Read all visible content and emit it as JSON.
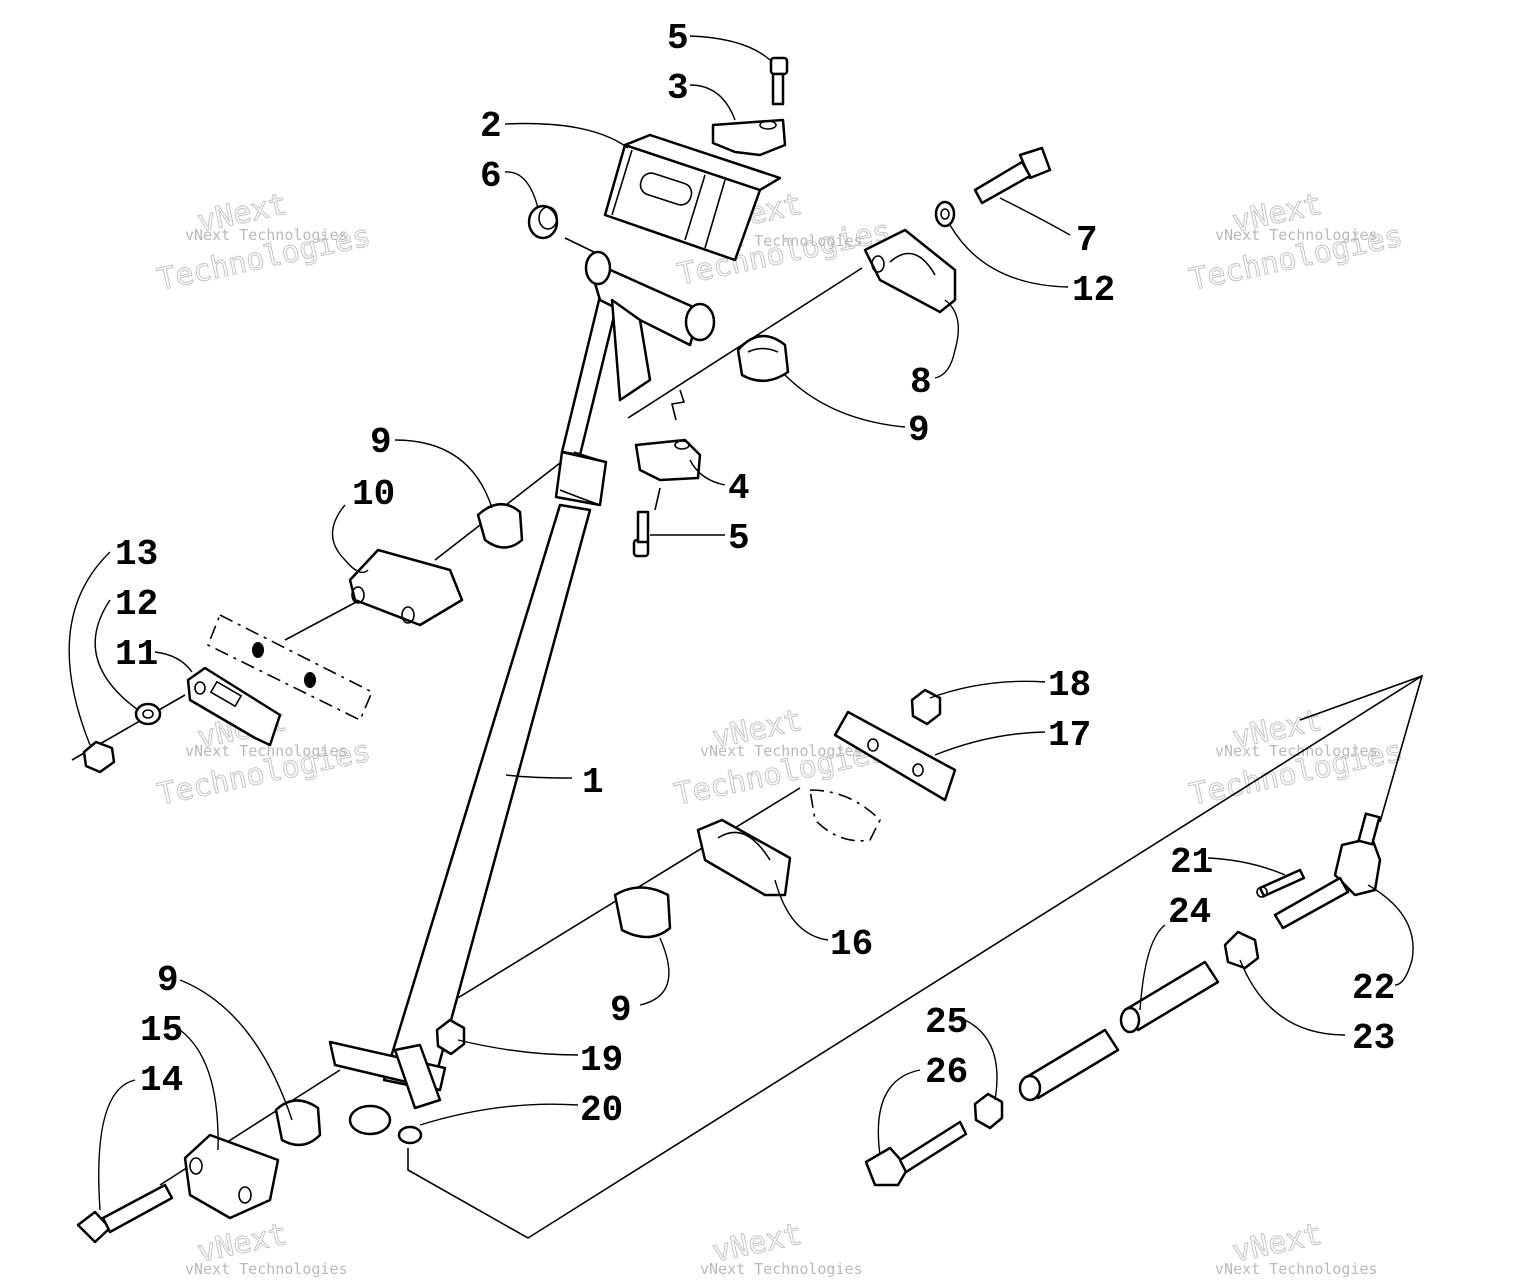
{
  "callouts": {
    "c1": "1",
    "c2": "2",
    "c3": "3",
    "c4": "4",
    "c5a": "5",
    "c5b": "5",
    "c6": "6",
    "c7": "7",
    "c8": "8",
    "c9a": "9",
    "c9b": "9",
    "c9c": "9",
    "c9d": "9",
    "c10": "10",
    "c11": "11",
    "c12a": "12",
    "c12b": "12",
    "c13": "13",
    "c14": "14",
    "c15": "15",
    "c16": "16",
    "c17": "17",
    "c18": "18",
    "c19": "19",
    "c20": "20",
    "c21": "21",
    "c22": "22",
    "c23": "23",
    "c24": "24",
    "c25": "25",
    "c26": "26"
  },
  "watermark": {
    "line_a": "vNext",
    "line_b": "Technologies",
    "small": "vNext Technologies"
  },
  "colors": {
    "ink": "#000000",
    "watermark": "#b9b9b9",
    "background": "#ffffff"
  }
}
